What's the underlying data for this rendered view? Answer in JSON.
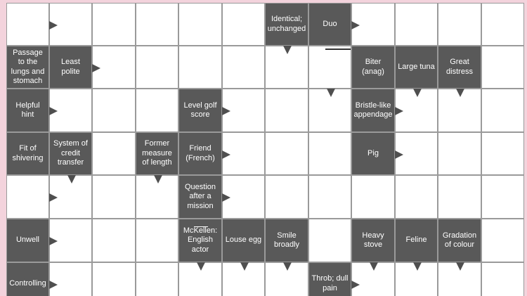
{
  "puzzle": {
    "type": "arrowword",
    "colors": {
      "clue_cell": "#595959",
      "empty_cell": "#ffffff",
      "grid_line": "#9a9a9a",
      "arrow": "#4f4f4f",
      "background": "#f3d3dc"
    },
    "cells": [
      {
        "r": 0,
        "c": 6,
        "text": "Identical; unchanged",
        "arrows": [
          "down"
        ]
      },
      {
        "r": 0,
        "c": 7,
        "text": "Duo",
        "arrows": [
          "right"
        ]
      },
      {
        "r": 0,
        "c": 0,
        "text": "",
        "arrows": [
          "right"
        ]
      },
      {
        "r": 1,
        "c": 0,
        "text": "Passage to the lungs and stomach",
        "arrows": []
      },
      {
        "r": 1,
        "c": 1,
        "text": "Least polite",
        "arrows": [
          "right"
        ]
      },
      {
        "r": 1,
        "c": 7,
        "text": "",
        "arrows": [
          "down"
        ]
      },
      {
        "r": 1,
        "c": 8,
        "text": "Biter (anag)",
        "arrows": []
      },
      {
        "r": 1,
        "c": 9,
        "text": "Large tuna",
        "arrows": [
          "down"
        ]
      },
      {
        "r": 1,
        "c": 10,
        "text": "Great distress",
        "arrows": [
          "down"
        ]
      },
      {
        "r": 2,
        "c": 0,
        "text": "Helpful hint",
        "arrows": [
          "right"
        ]
      },
      {
        "r": 2,
        "c": 4,
        "text": "Level golf score",
        "arrows": [
          "right"
        ]
      },
      {
        "r": 2,
        "c": 8,
        "text": "Bristle-like appendage",
        "arrows": [
          "right"
        ]
      },
      {
        "r": 3,
        "c": 0,
        "text": "Fit of shivering",
        "arrows": []
      },
      {
        "r": 3,
        "c": 1,
        "text": "System of credit transfer",
        "arrows": [
          "down"
        ]
      },
      {
        "r": 3,
        "c": 3,
        "text": "Former measure of length",
        "arrows": [
          "down"
        ]
      },
      {
        "r": 3,
        "c": 4,
        "text": "Friend (French)",
        "arrows": [
          "right"
        ]
      },
      {
        "r": 3,
        "c": 8,
        "text": "Pig",
        "arrows": [
          "right"
        ]
      },
      {
        "r": 4,
        "c": 0,
        "text": "",
        "arrows": [
          "right"
        ]
      },
      {
        "r": 4,
        "c": 4,
        "text": "Question after a mission",
        "arrows": [
          "right"
        ]
      },
      {
        "r": 5,
        "c": 0,
        "text": "Unwell",
        "arrows": [
          "right"
        ]
      },
      {
        "r": 5,
        "c": 4,
        "text": "McKellen: English actor",
        "arrows": [
          "down"
        ]
      },
      {
        "r": 5,
        "c": 5,
        "text": "Louse egg",
        "arrows": [
          "down"
        ]
      },
      {
        "r": 5,
        "c": 6,
        "text": "Smile broadly",
        "arrows": [
          "down"
        ]
      },
      {
        "r": 5,
        "c": 8,
        "text": "Heavy stove",
        "arrows": [
          "down"
        ]
      },
      {
        "r": 5,
        "c": 9,
        "text": "Feline",
        "arrows": [
          "down"
        ]
      },
      {
        "r": 5,
        "c": 10,
        "text": "Gradation of colour",
        "arrows": [
          "down"
        ]
      },
      {
        "r": 6,
        "c": 0,
        "text": "Controlling",
        "arrows": [
          "right"
        ]
      },
      {
        "r": 6,
        "c": 7,
        "text": "Throb; dull pain",
        "arrows": [
          "right"
        ]
      }
    ]
  }
}
